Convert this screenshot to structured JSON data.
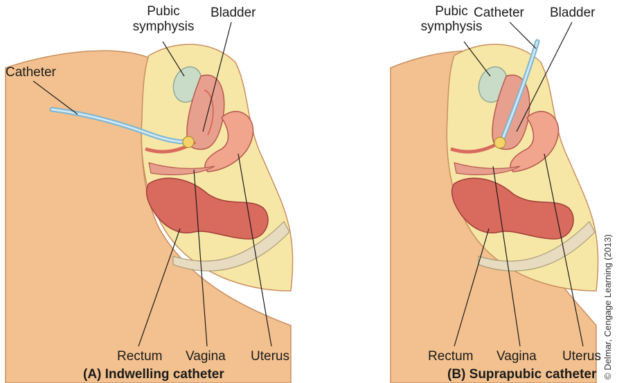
{
  "panel_a": {
    "labels": {
      "pubic_symphysis_1": "Pubic",
      "pubic_symphysis_2": "symphysis",
      "bladder": "Bladder",
      "catheter": "Catheter",
      "rectum": "Rectum",
      "vagina": "Vagina",
      "uterus": "Uterus"
    },
    "caption": "(A) Indwelling catheter"
  },
  "panel_b": {
    "labels": {
      "pubic_symphysis_1": "Pubic",
      "pubic_symphysis_2": "symphysis",
      "catheter": "Catheter",
      "bladder": "Bladder",
      "rectum": "Rectum",
      "vagina": "Vagina",
      "uterus": "Uterus"
    },
    "caption": "(B) Suprapubic catheter"
  },
  "credit": "© Delmar, Cengage Learning (2013)",
  "colors": {
    "skin": "#f2c18f",
    "fat": "#f7e7a6",
    "bone": "#c9dcc8",
    "tissue_pink": "#e8a08e",
    "tissue_red": "#d96a5e",
    "catheter": "#a9d4ea"
  }
}
